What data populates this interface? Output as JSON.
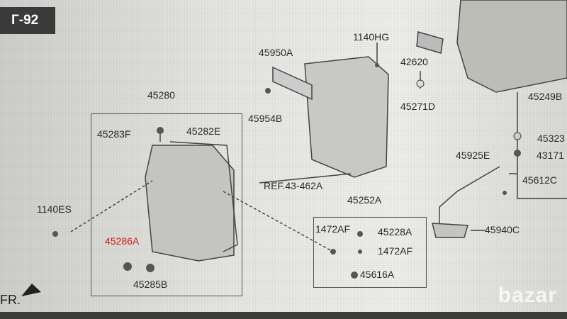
{
  "tag": "Г-92",
  "labels": {
    "l1140hg": "1140HG",
    "l45950a": "45950A",
    "l42620": "42620",
    "l45280": "45280",
    "l45249b": "45249B",
    "l45954b": "45954B",
    "l45271d": "45271D",
    "l45283f": "45283F",
    "l45282e": "45282E",
    "l45323": "45323",
    "l45925e": "45925E",
    "l43171": "43171",
    "ref": "REF.43-462A",
    "l45612c": "45612C",
    "l45252a": "45252A",
    "l1140es": "1140ES",
    "l45940c": "45940C",
    "l1472af_1": "1472AF",
    "l45228a": "45228A",
    "l45286a": "45286A",
    "l1472af_2": "1472AF",
    "l45616a": "45616A",
    "l45285b": "45285B"
  },
  "front_marker": "FR.",
  "watermark": "bazar"
}
